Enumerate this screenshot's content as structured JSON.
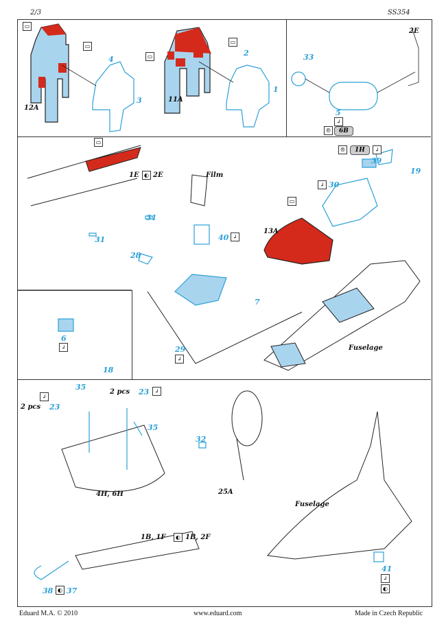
{
  "header": {
    "page": "2/3",
    "code": "SS354"
  },
  "footer": {
    "left": "Eduard M.A. © 2010",
    "center": "www.eduard.com",
    "right": "Made in Czech Republic"
  },
  "colors": {
    "etch_blue": "#2aa0d8",
    "paint_red": "#d42a1c",
    "fill_blue": "#a9d4ee"
  },
  "icons": {
    "paint": "paint-panel-icon",
    "bend": "bend-icon",
    "either": "either-or-icon",
    "remove": "remove-icon"
  },
  "labels": {
    "p12A": "12A",
    "p11A": "11A",
    "n4": "4",
    "n3": "3",
    "n2": "2",
    "n1": "1",
    "p2E": "2E",
    "n33": "33",
    "n5": "5",
    "p6B": "6B",
    "p1E2E_a": "1E",
    "p1E2E_b": "2E",
    "film": "Film",
    "n31a": "31",
    "n31b": "31",
    "n40": "40",
    "p1H": "1H",
    "n39": "39",
    "n19": "19",
    "n30": "30",
    "p13A": "13A",
    "n28": "28",
    "n29": "29",
    "n7": "7",
    "fuselage1": "Fuselage",
    "n6": "6",
    "n18": "18",
    "pcs1": "2 pcs",
    "n23a": "23",
    "n35a": "35",
    "pcs2": "2 pcs",
    "n23b": "23",
    "n35b": "35",
    "p4H6H": "4H, 6H",
    "n32": "32",
    "p25A": "25A",
    "fuselage2": "Fuselage",
    "p1B1F": "1B, 1F",
    "p1B2F": "1B, 2F",
    "n41": "41",
    "n38": "38",
    "n37": "37"
  }
}
